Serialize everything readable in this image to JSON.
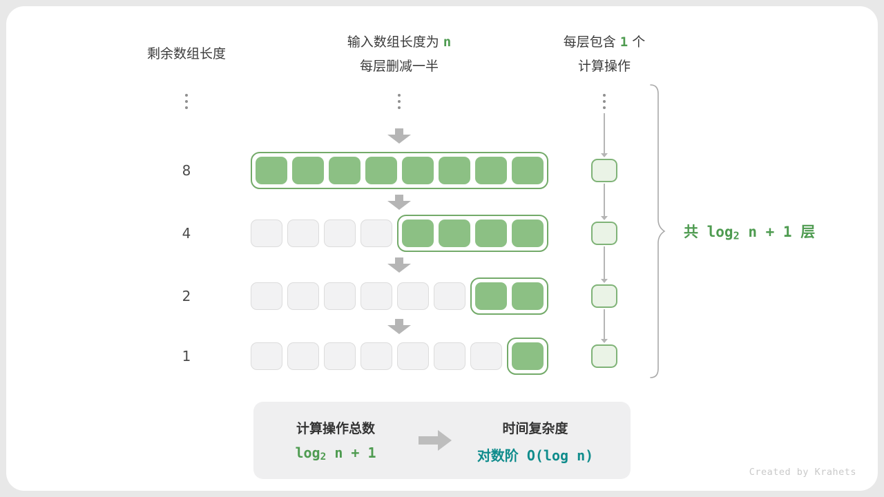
{
  "colors": {
    "accent_green": "#4e9b50",
    "teal": "#0f8c8c",
    "cell_green": "#8cc084",
    "box_border_green": "#73aa69",
    "op_border_green": "#7fb377",
    "op_fill_green": "#eaf3e6",
    "cell_gray": "#f2f2f3",
    "cell_gray_border": "#dcdcdc",
    "arrow_gray": "#b5b5b5",
    "text_dark": "#3b3b3b"
  },
  "headers": {
    "left": "剩余数组长度",
    "middle_line1": {
      "prefix": "输入数组长度为 ",
      "highlight": "n"
    },
    "middle_line2": "每层删减一半",
    "right_line1": {
      "prefix": "每层包含 ",
      "highlight": "1",
      "suffix": " 个"
    },
    "right_line2": "计算操作"
  },
  "rows": [
    {
      "label": "8",
      "total_cells": 8,
      "active_cells": 8
    },
    {
      "label": "4",
      "total_cells": 8,
      "active_cells": 4
    },
    {
      "label": "2",
      "total_cells": 8,
      "active_cells": 2
    },
    {
      "label": "1",
      "total_cells": 8,
      "active_cells": 1
    }
  ],
  "brace_label": {
    "prefix": "共 log",
    "subscript": "2",
    "suffix": " n + 1 层"
  },
  "summary": {
    "operations": {
      "title": "计算操作总数",
      "formula_prefix": "log",
      "formula_subscript": "2",
      "formula_suffix": " n + 1"
    },
    "complexity": {
      "title": "时间复杂度",
      "formula": "对数阶 O(log n)"
    }
  },
  "credit": "Created by Krahets"
}
